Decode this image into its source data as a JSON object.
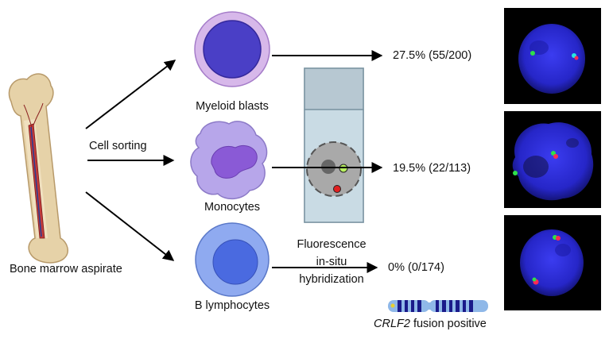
{
  "labels": {
    "source": "Bone marrow aspirate",
    "process": "Cell sorting",
    "method_line1": "Fluorescence",
    "method_line2": "in-situ",
    "method_line3": "hybridization",
    "fusion_gene": "CRLF2",
    "fusion_suffix": " fusion positive"
  },
  "cell_types": [
    {
      "name": "Myeloid blasts",
      "result": "27.5% (55/200)"
    },
    {
      "name": "Monocytes",
      "result": "19.5% (22/113)"
    },
    {
      "name": "B lymphocytes",
      "result": "0% (0/174)"
    }
  ],
  "colors": {
    "nucleus_blue": "#2a2ad8",
    "blast_outer": "#d7b8ea",
    "blast_inner": "#4a3fc6",
    "monocyte_outer": "#b7a6ea",
    "monocyte_nucleus": "#8a5ad6",
    "lymph_outer": "#8faaf0",
    "lymph_inner": "#4a6ae0",
    "fish_green": "#2fe04a",
    "fish_red": "#ff2a55",
    "slide": "#c9dbe4"
  }
}
